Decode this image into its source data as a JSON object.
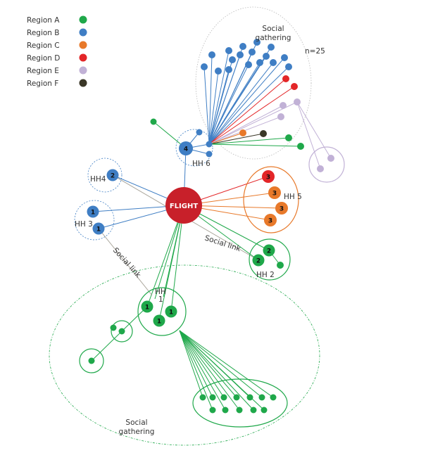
{
  "legend": {
    "items": [
      {
        "label": "Region A",
        "color": "#1fa84a"
      },
      {
        "label": "Region B",
        "color": "#3f7ec4"
      },
      {
        "label": "Region C",
        "color": "#e8792a"
      },
      {
        "label": "Region D",
        "color": "#e32628"
      },
      {
        "label": "Region E",
        "color": "#c1b1d6"
      },
      {
        "label": "Region F",
        "color": "#3a3727"
      }
    ]
  },
  "labels": {
    "flight": "FLIGHT",
    "social_gathering_top": [
      "Social",
      "gathering"
    ],
    "n_count": "n=25",
    "social_gathering_bottom": [
      "Social",
      "gathering"
    ],
    "hh6": "HH 6",
    "hh4": "HH4",
    "hh3": "HH 3",
    "hh5": "HH 5",
    "hh2": "HH 2",
    "hh1": [
      "HH",
      "1"
    ],
    "social_link_1": "Social link",
    "social_link_2": "Social link"
  },
  "node_numbers": {
    "hh6_node": "4",
    "hh4_node": "2",
    "hh3_nodes": [
      "1",
      "1"
    ],
    "hh5_nodes": [
      "3",
      "3",
      "3",
      "3"
    ],
    "hh2_nodes": [
      "2",
      "2"
    ],
    "hh1_nodes": [
      "1",
      "1",
      "1"
    ]
  },
  "colors": {
    "region_a": "#1fa84a",
    "region_b": "#3f7ec4",
    "region_c": "#e8792a",
    "region_d": "#e32628",
    "region_e": "#c1b1d6",
    "region_f": "#3a3727",
    "flight": "#c8202a"
  }
}
